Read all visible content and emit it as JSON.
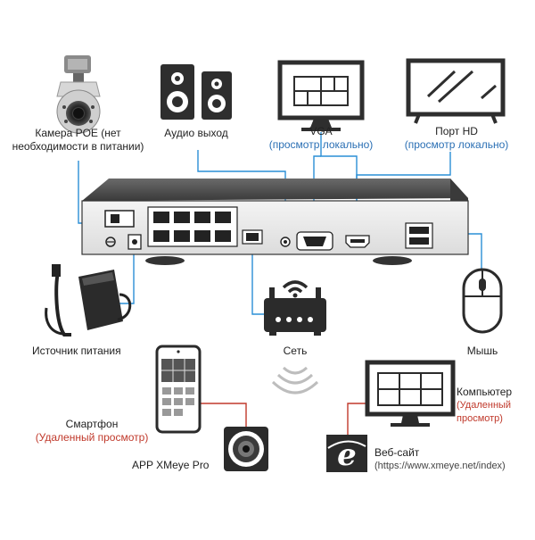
{
  "colors": {
    "line_blue": "#2a8fd6",
    "line_red": "#c0392b",
    "nvr_body": "#2b2b2b",
    "remote_text": "#c0392b",
    "local_text": "#2a6fb4"
  },
  "devices": {
    "poe_camera": {
      "label_line1": "Камера POE (нет",
      "label_line2": "необходимости в питании)"
    },
    "audio": {
      "label": "Аудио выход"
    },
    "vga": {
      "label": "VGA",
      "sublabel": "(просмотр локально)"
    },
    "hdmi": {
      "label": "Порт HD",
      "sublabel": "(просмотр локально)"
    },
    "power": {
      "label": "Источник питания"
    },
    "network": {
      "label": "Сеть"
    },
    "mouse": {
      "label": "Мышь"
    },
    "smartphone": {
      "label": "Смартфон",
      "sublabel": "(Удаленный просмотр)"
    },
    "app": {
      "label": "APP XMeye Pro"
    },
    "computer": {
      "label": "Компьютер",
      "sublabel_line1": "(Удаленный",
      "sublabel_line2": "просмотр)"
    },
    "website": {
      "label": "Веб-сайт",
      "url": "(https://www.xmeye.net/index)"
    }
  },
  "icons": {
    "poe_camera": "ptz-dome-camera-icon",
    "audio": "speakers-icon",
    "vga": "monitor-icon",
    "hdmi": "tv-icon",
    "power": "power-adapter-icon",
    "network": "router-icon",
    "mouse": "mouse-icon",
    "smartphone": "smartphone-icon",
    "app": "camera-lens-app-icon",
    "computer": "desktop-monitor-icon",
    "website": "internet-explorer-icon",
    "wifi": "wifi-signal-icon",
    "nvr": "nvr-recorder-icon"
  }
}
